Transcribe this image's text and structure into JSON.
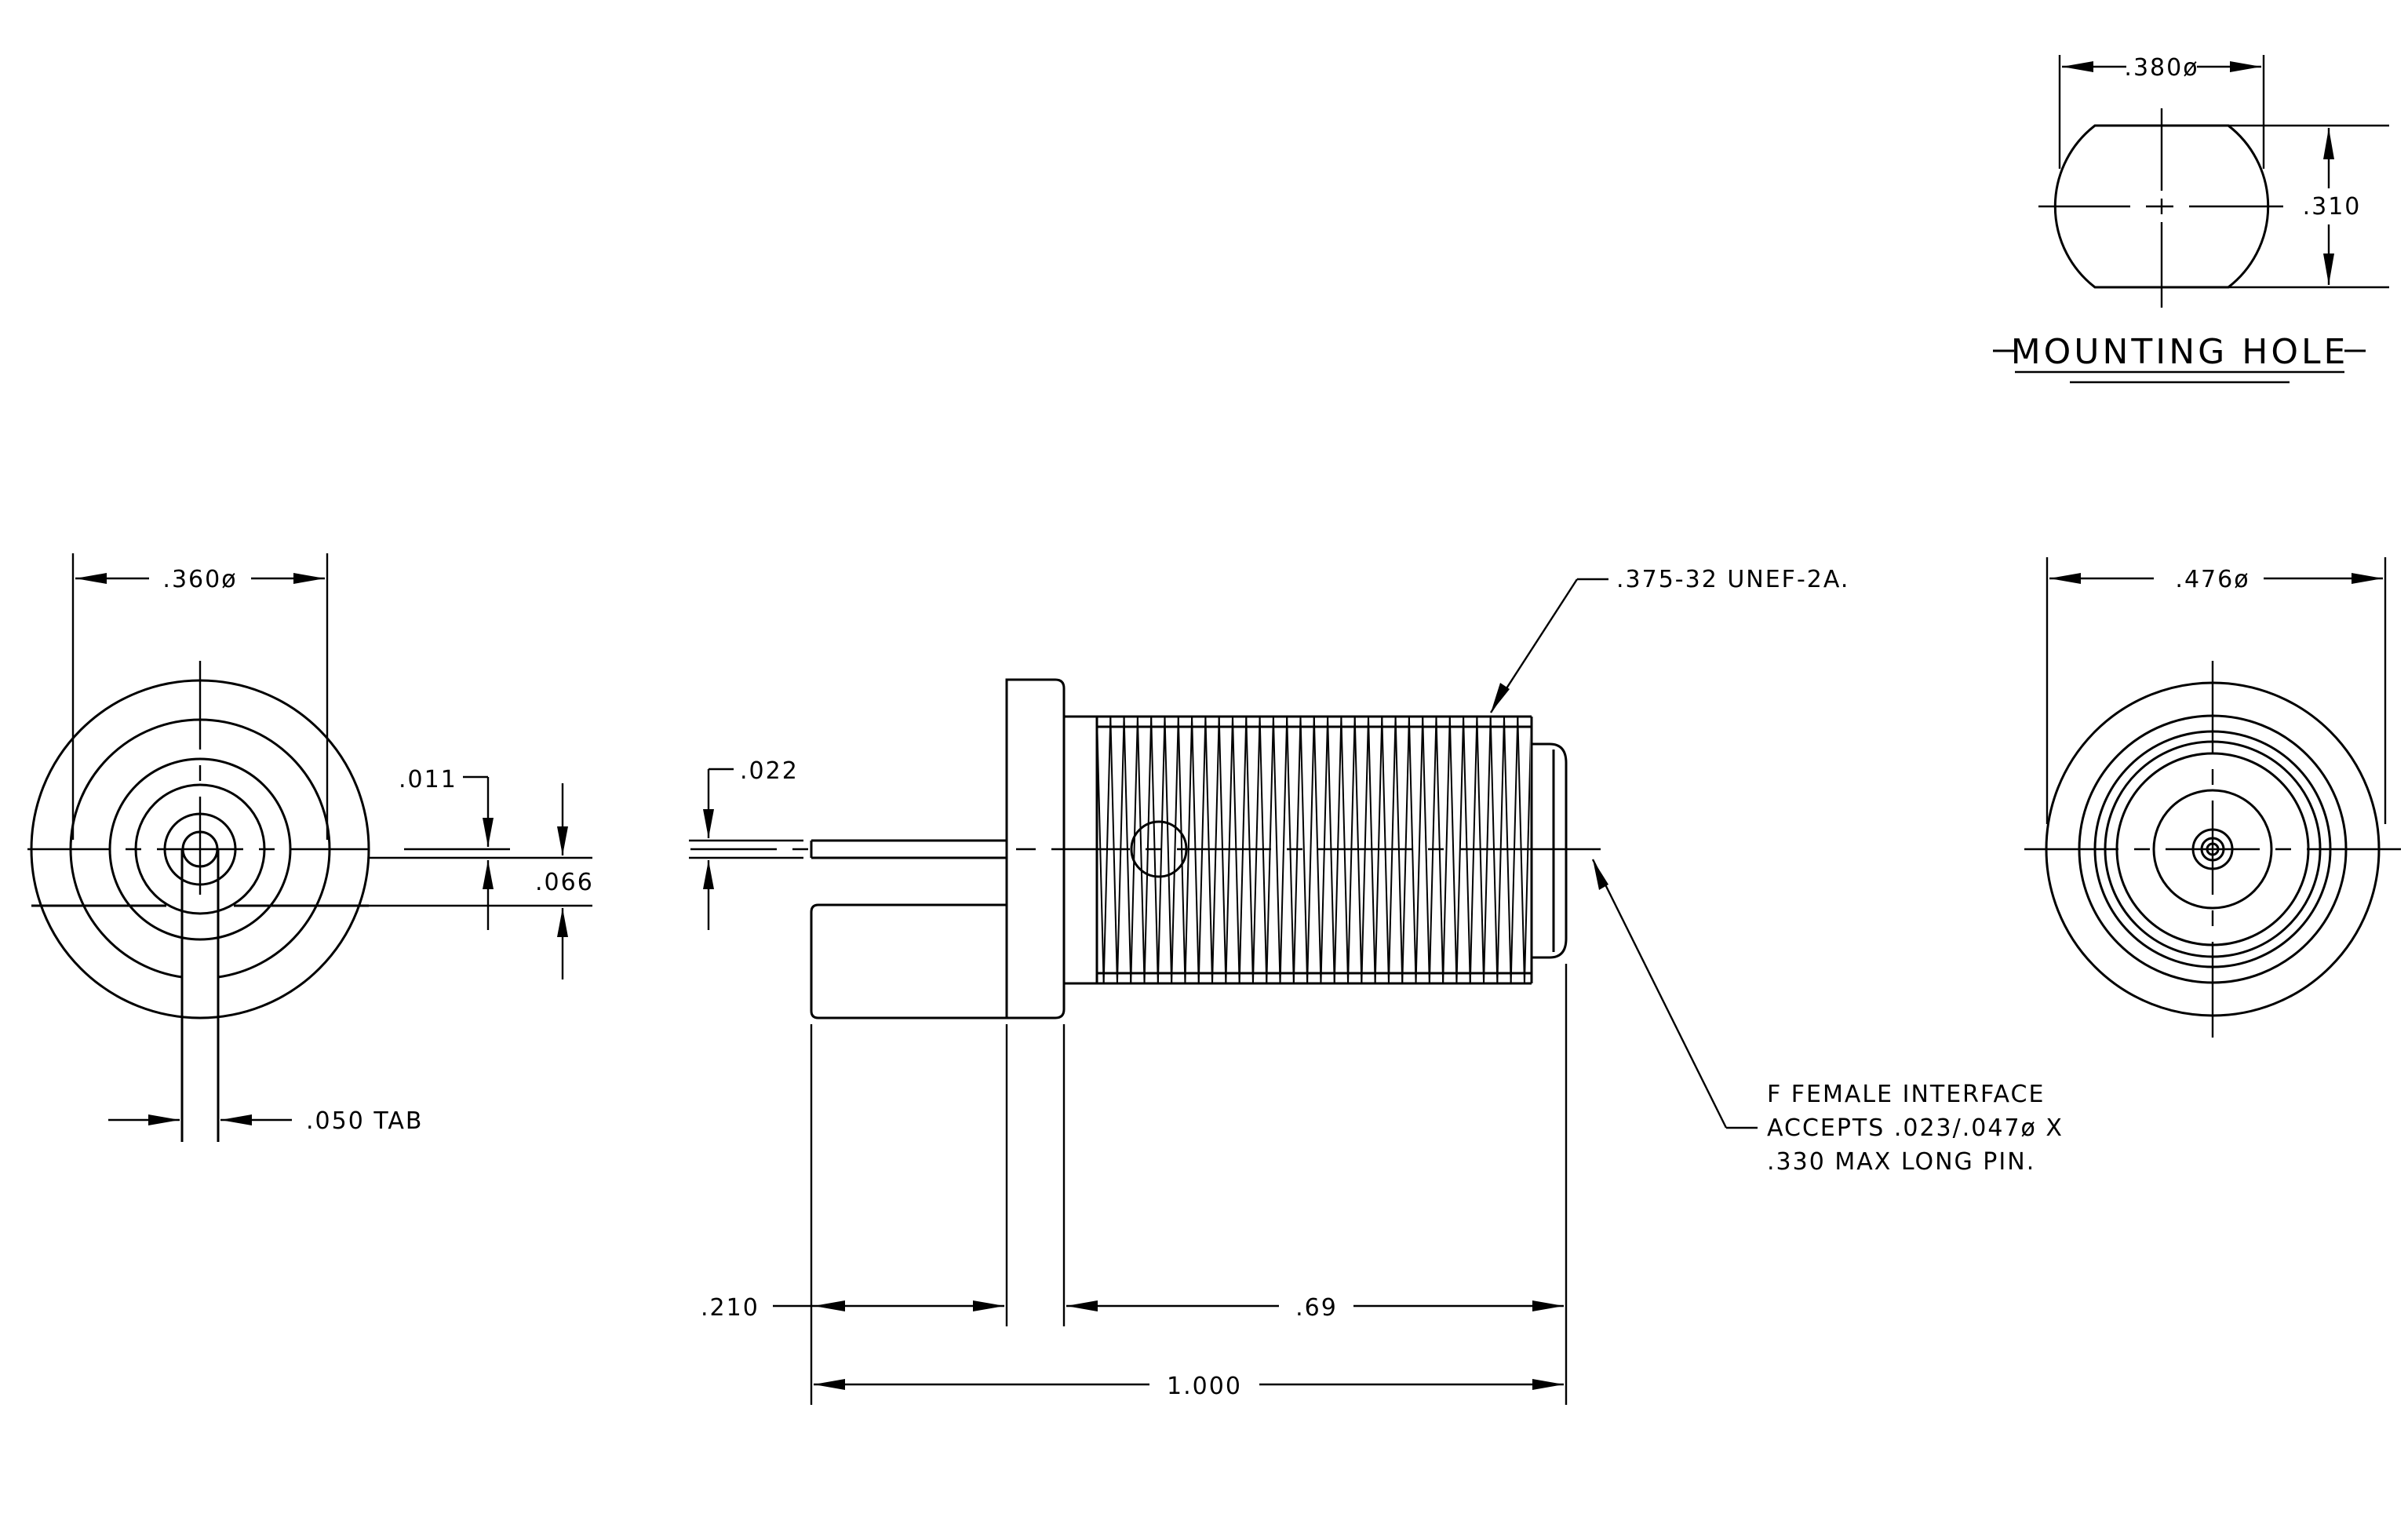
{
  "mounting_hole": {
    "title": "MOUNTING HOLE",
    "dim_width": ".380ø",
    "dim_height": ".310"
  },
  "left_view": {
    "dim_diameter": ".360ø",
    "dim_011": ".011",
    "dim_066": ".066",
    "dim_tab": ".050 TAB"
  },
  "side_view": {
    "thread_note": ".375-32 UNEF-2A.",
    "dim_022": ".022",
    "dim_210": ".210",
    "dim_69": ".69",
    "dim_1000": "1.000",
    "interface_note": [
      "F FEMALE INTERFACE",
      "ACCEPTS .023/.047ø X",
      ".330 MAX LONG PIN."
    ]
  },
  "right_view": {
    "dim_diameter": ".476ø"
  }
}
